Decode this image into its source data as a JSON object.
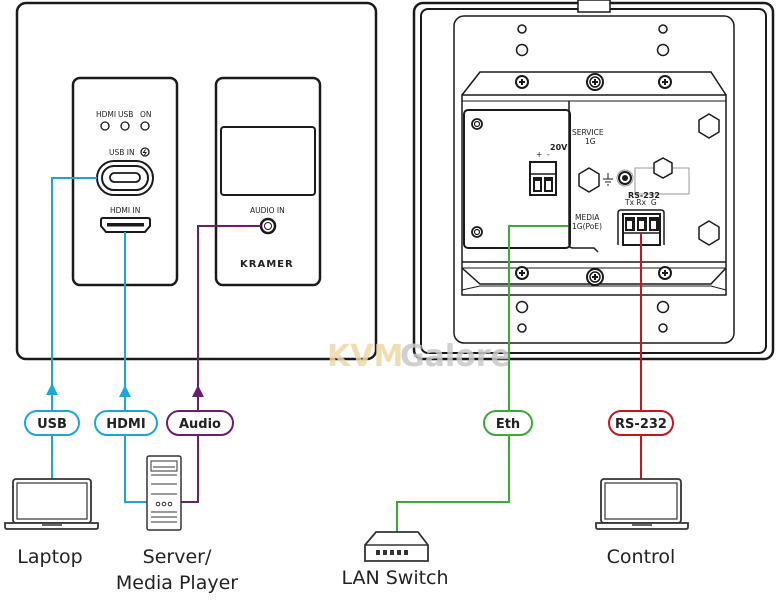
{
  "front_panel": {
    "left_module": {
      "led_labels": [
        "HDMI",
        "USB",
        "ON"
      ],
      "usb_port_label": "USB IN",
      "hdmi_port_label": "HDMI IN"
    },
    "right_module": {
      "audio_port_label": "AUDIO IN",
      "brand": "KRAMER"
    }
  },
  "rear_panel": {
    "power_label": "20V",
    "power_polarity": [
      "+",
      "-"
    ],
    "service_label_line1": "SERVICE",
    "service_label_line2": "1G",
    "media_label_line1": "MEDIA",
    "media_label_line2": "1G(PoE)",
    "rs232_label": "RS-232",
    "rs232_pins": "Tx Rx  G"
  },
  "connections": [
    {
      "label": "USB",
      "color": "#1aa7d6"
    },
    {
      "label": "HDMI",
      "color": "#1aa7d6"
    },
    {
      "label": "Audio",
      "color": "#6b1f6b"
    },
    {
      "label": "Eth",
      "color": "#3aaa35"
    },
    {
      "label": "RS-232",
      "color": "#c4161c"
    }
  ],
  "devices": {
    "laptop": "Laptop",
    "server_line1": "Server/",
    "server_line2": "Media Player",
    "lan_switch": "LAN Switch",
    "control": "Control"
  },
  "watermark": {
    "part1": "KVM",
    "part2": "Galore"
  }
}
